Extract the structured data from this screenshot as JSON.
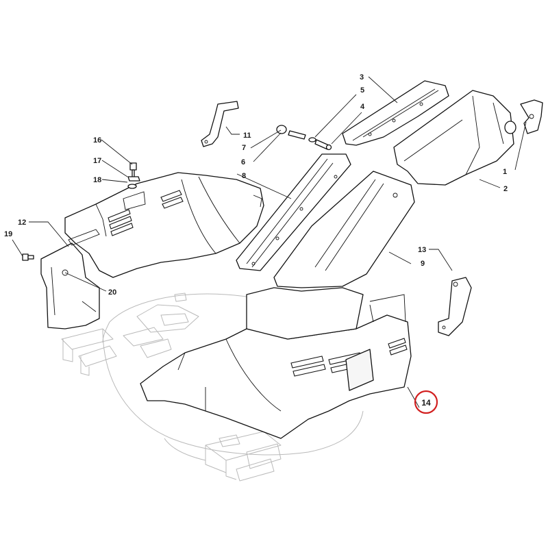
{
  "diagram": {
    "callouts": [
      {
        "id": "c1",
        "label": "1"
      },
      {
        "id": "c2",
        "label": "2"
      },
      {
        "id": "c3",
        "label": "3"
      },
      {
        "id": "c4",
        "label": "4"
      },
      {
        "id": "c5",
        "label": "5"
      },
      {
        "id": "c6",
        "label": "6"
      },
      {
        "id": "c7",
        "label": "7"
      },
      {
        "id": "c8",
        "label": "8"
      },
      {
        "id": "c9",
        "label": "9"
      },
      {
        "id": "c11",
        "label": "11"
      },
      {
        "id": "c12",
        "label": "12"
      },
      {
        "id": "c13",
        "label": "13"
      },
      {
        "id": "c16",
        "label": "16"
      },
      {
        "id": "c17",
        "label": "17"
      },
      {
        "id": "c18",
        "label": "18"
      },
      {
        "id": "c19",
        "label": "19"
      },
      {
        "id": "c20",
        "label": "20"
      }
    ],
    "highlighted_callout": {
      "label": "14",
      "ring_color": "#d21f1f"
    }
  }
}
